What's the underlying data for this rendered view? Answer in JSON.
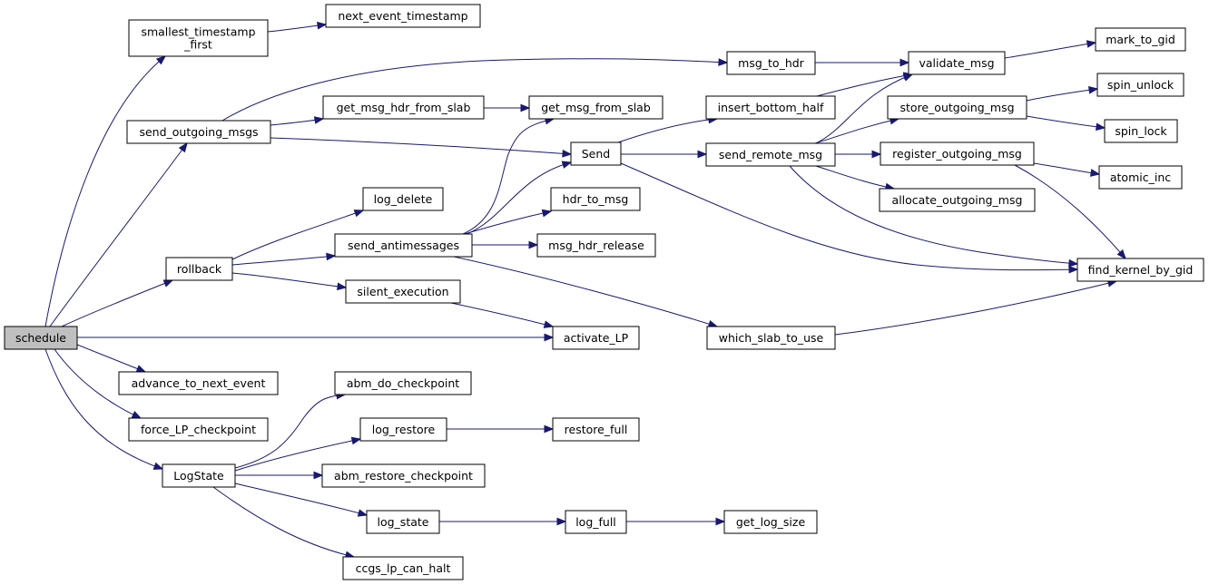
{
  "diagram": {
    "type": "call-graph",
    "root": "schedule",
    "colors": {
      "edge": "#191970",
      "node_border": "#000000",
      "root_fill": "#bfbfbf",
      "node_fill": "#ffffff"
    },
    "nodes": [
      {
        "id": "schedule",
        "lines": [
          "schedule"
        ]
      },
      {
        "id": "smallest_timestamp_first",
        "lines": [
          "smallest_timestamp",
          "_first"
        ]
      },
      {
        "id": "next_event_timestamp",
        "lines": [
          "next_event_timestamp"
        ]
      },
      {
        "id": "send_outgoing_msgs",
        "lines": [
          "send_outgoing_msgs"
        ]
      },
      {
        "id": "msg_to_hdr",
        "lines": [
          "msg_to_hdr"
        ]
      },
      {
        "id": "validate_msg",
        "lines": [
          "validate_msg"
        ]
      },
      {
        "id": "mark_to_gid",
        "lines": [
          "mark_to_gid"
        ]
      },
      {
        "id": "get_msg_hdr_from_slab",
        "lines": [
          "get_msg_hdr_from_slab"
        ]
      },
      {
        "id": "get_msg_from_slab",
        "lines": [
          "get_msg_from_slab"
        ]
      },
      {
        "id": "insert_bottom_half",
        "lines": [
          "insert_bottom_half"
        ]
      },
      {
        "id": "store_outgoing_msg",
        "lines": [
          "store_outgoing_msg"
        ]
      },
      {
        "id": "spin_unlock",
        "lines": [
          "spin_unlock"
        ]
      },
      {
        "id": "spin_lock",
        "lines": [
          "spin_lock"
        ]
      },
      {
        "id": "Send",
        "lines": [
          "Send"
        ]
      },
      {
        "id": "send_remote_msg",
        "lines": [
          "send_remote_msg"
        ]
      },
      {
        "id": "register_outgoing_msg",
        "lines": [
          "register_outgoing_msg"
        ]
      },
      {
        "id": "atomic_inc",
        "lines": [
          "atomic_inc"
        ]
      },
      {
        "id": "log_delete",
        "lines": [
          "log_delete"
        ]
      },
      {
        "id": "hdr_to_msg",
        "lines": [
          "hdr_to_msg"
        ]
      },
      {
        "id": "allocate_outgoing_msg",
        "lines": [
          "allocate_outgoing_msg"
        ]
      },
      {
        "id": "rollback",
        "lines": [
          "rollback"
        ]
      },
      {
        "id": "send_antimessages",
        "lines": [
          "send_antimessages"
        ]
      },
      {
        "id": "msg_hdr_release",
        "lines": [
          "msg_hdr_release"
        ]
      },
      {
        "id": "find_kernel_by_gid",
        "lines": [
          "find_kernel_by_gid"
        ]
      },
      {
        "id": "silent_execution",
        "lines": [
          "silent_execution"
        ]
      },
      {
        "id": "activate_LP",
        "lines": [
          "activate_LP"
        ]
      },
      {
        "id": "which_slab_to_use",
        "lines": [
          "which_slab_to_use"
        ]
      },
      {
        "id": "advance_to_next_event",
        "lines": [
          "advance_to_next_event"
        ]
      },
      {
        "id": "abm_do_checkpoint",
        "lines": [
          "abm_do_checkpoint"
        ]
      },
      {
        "id": "force_LP_checkpoint",
        "lines": [
          "force_LP_checkpoint"
        ]
      },
      {
        "id": "log_restore",
        "lines": [
          "log_restore"
        ]
      },
      {
        "id": "restore_full",
        "lines": [
          "restore_full"
        ]
      },
      {
        "id": "LogState",
        "lines": [
          "LogState"
        ]
      },
      {
        "id": "abm_restore_checkpoint",
        "lines": [
          "abm_restore_checkpoint"
        ]
      },
      {
        "id": "log_state",
        "lines": [
          "log_state"
        ]
      },
      {
        "id": "log_full",
        "lines": [
          "log_full"
        ]
      },
      {
        "id": "get_log_size",
        "lines": [
          "get_log_size"
        ]
      },
      {
        "id": "ccgs_lp_can_halt",
        "lines": [
          "ccgs_lp_can_halt"
        ]
      }
    ],
    "edges": [
      [
        "schedule",
        "smallest_timestamp_first"
      ],
      [
        "smallest_timestamp_first",
        "next_event_timestamp"
      ],
      [
        "schedule",
        "send_outgoing_msgs"
      ],
      [
        "send_outgoing_msgs",
        "msg_to_hdr"
      ],
      [
        "send_outgoing_msgs",
        "get_msg_hdr_from_slab"
      ],
      [
        "send_outgoing_msgs",
        "Send"
      ],
      [
        "get_msg_hdr_from_slab",
        "get_msg_from_slab"
      ],
      [
        "msg_to_hdr",
        "validate_msg"
      ],
      [
        "validate_msg",
        "mark_to_gid"
      ],
      [
        "insert_bottom_half",
        "validate_msg"
      ],
      [
        "send_remote_msg",
        "validate_msg"
      ],
      [
        "Send",
        "insert_bottom_half"
      ],
      [
        "Send",
        "send_remote_msg"
      ],
      [
        "Send",
        "find_kernel_by_gid"
      ],
      [
        "send_remote_msg",
        "store_outgoing_msg"
      ],
      [
        "send_remote_msg",
        "register_outgoing_msg"
      ],
      [
        "send_remote_msg",
        "allocate_outgoing_msg"
      ],
      [
        "send_remote_msg",
        "find_kernel_by_gid"
      ],
      [
        "store_outgoing_msg",
        "spin_unlock"
      ],
      [
        "store_outgoing_msg",
        "spin_lock"
      ],
      [
        "register_outgoing_msg",
        "atomic_inc"
      ],
      [
        "register_outgoing_msg",
        "find_kernel_by_gid"
      ],
      [
        "schedule",
        "rollback"
      ],
      [
        "rollback",
        "log_delete"
      ],
      [
        "rollback",
        "send_antimessages"
      ],
      [
        "rollback",
        "silent_execution"
      ],
      [
        "send_antimessages",
        "get_msg_from_slab"
      ],
      [
        "send_antimessages",
        "Send"
      ],
      [
        "send_antimessages",
        "hdr_to_msg"
      ],
      [
        "send_antimessages",
        "msg_hdr_release"
      ],
      [
        "send_antimessages",
        "which_slab_to_use"
      ],
      [
        "which_slab_to_use",
        "find_kernel_by_gid"
      ],
      [
        "silent_execution",
        "activate_LP"
      ],
      [
        "schedule",
        "activate_LP"
      ],
      [
        "schedule",
        "advance_to_next_event"
      ],
      [
        "schedule",
        "force_LP_checkpoint"
      ],
      [
        "schedule",
        "LogState"
      ],
      [
        "LogState",
        "abm_do_checkpoint"
      ],
      [
        "LogState",
        "log_restore"
      ],
      [
        "LogState",
        "abm_restore_checkpoint"
      ],
      [
        "LogState",
        "log_state"
      ],
      [
        "LogState",
        "ccgs_lp_can_halt"
      ],
      [
        "log_restore",
        "restore_full"
      ],
      [
        "log_state",
        "log_full"
      ],
      [
        "log_full",
        "get_log_size"
      ]
    ]
  }
}
